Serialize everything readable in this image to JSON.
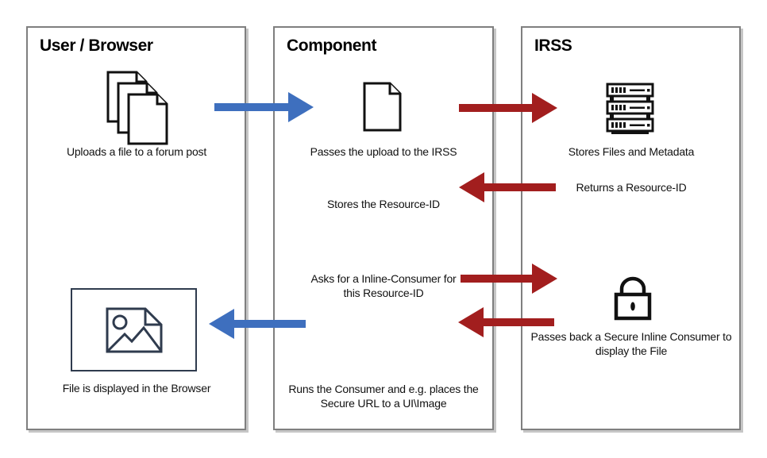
{
  "diagram": {
    "lanes": [
      {
        "title": "User / Browser"
      },
      {
        "title": "Component"
      },
      {
        "title": "IRSS"
      }
    ],
    "labels": {
      "upload": "Uploads a file to a forum post",
      "pass_upload": "Passes the upload to the IRSS",
      "store_resource_id": "Stores the Resource-ID",
      "stores_files": "Stores Files and Metadata",
      "returns_resource_id": "Returns a Resource-ID",
      "asks_line1": "Asks for a Inline-Consumer for",
      "asks_line2": "this Resource-ID",
      "passes_back_line1": "Passes back a Secure Inline Consumer to",
      "passes_back_line2": "display the File",
      "runs_line1": "Runs the Consumer and e.g. places the",
      "runs_line2": "Secure URL to a UI\\Image",
      "displayed": "File is displayed in the Browser"
    },
    "icons": [
      "documents-stack-icon",
      "document-icon",
      "server-icon",
      "lock-icon",
      "image-placeholder-icon"
    ],
    "colors": {
      "blue_arrow": "#3E6FBE",
      "red_arrow": "#A21E1E",
      "box_border": "#7f7f7f",
      "icon_dark": "#2F3B4E",
      "icon_black": "#111111"
    }
  }
}
